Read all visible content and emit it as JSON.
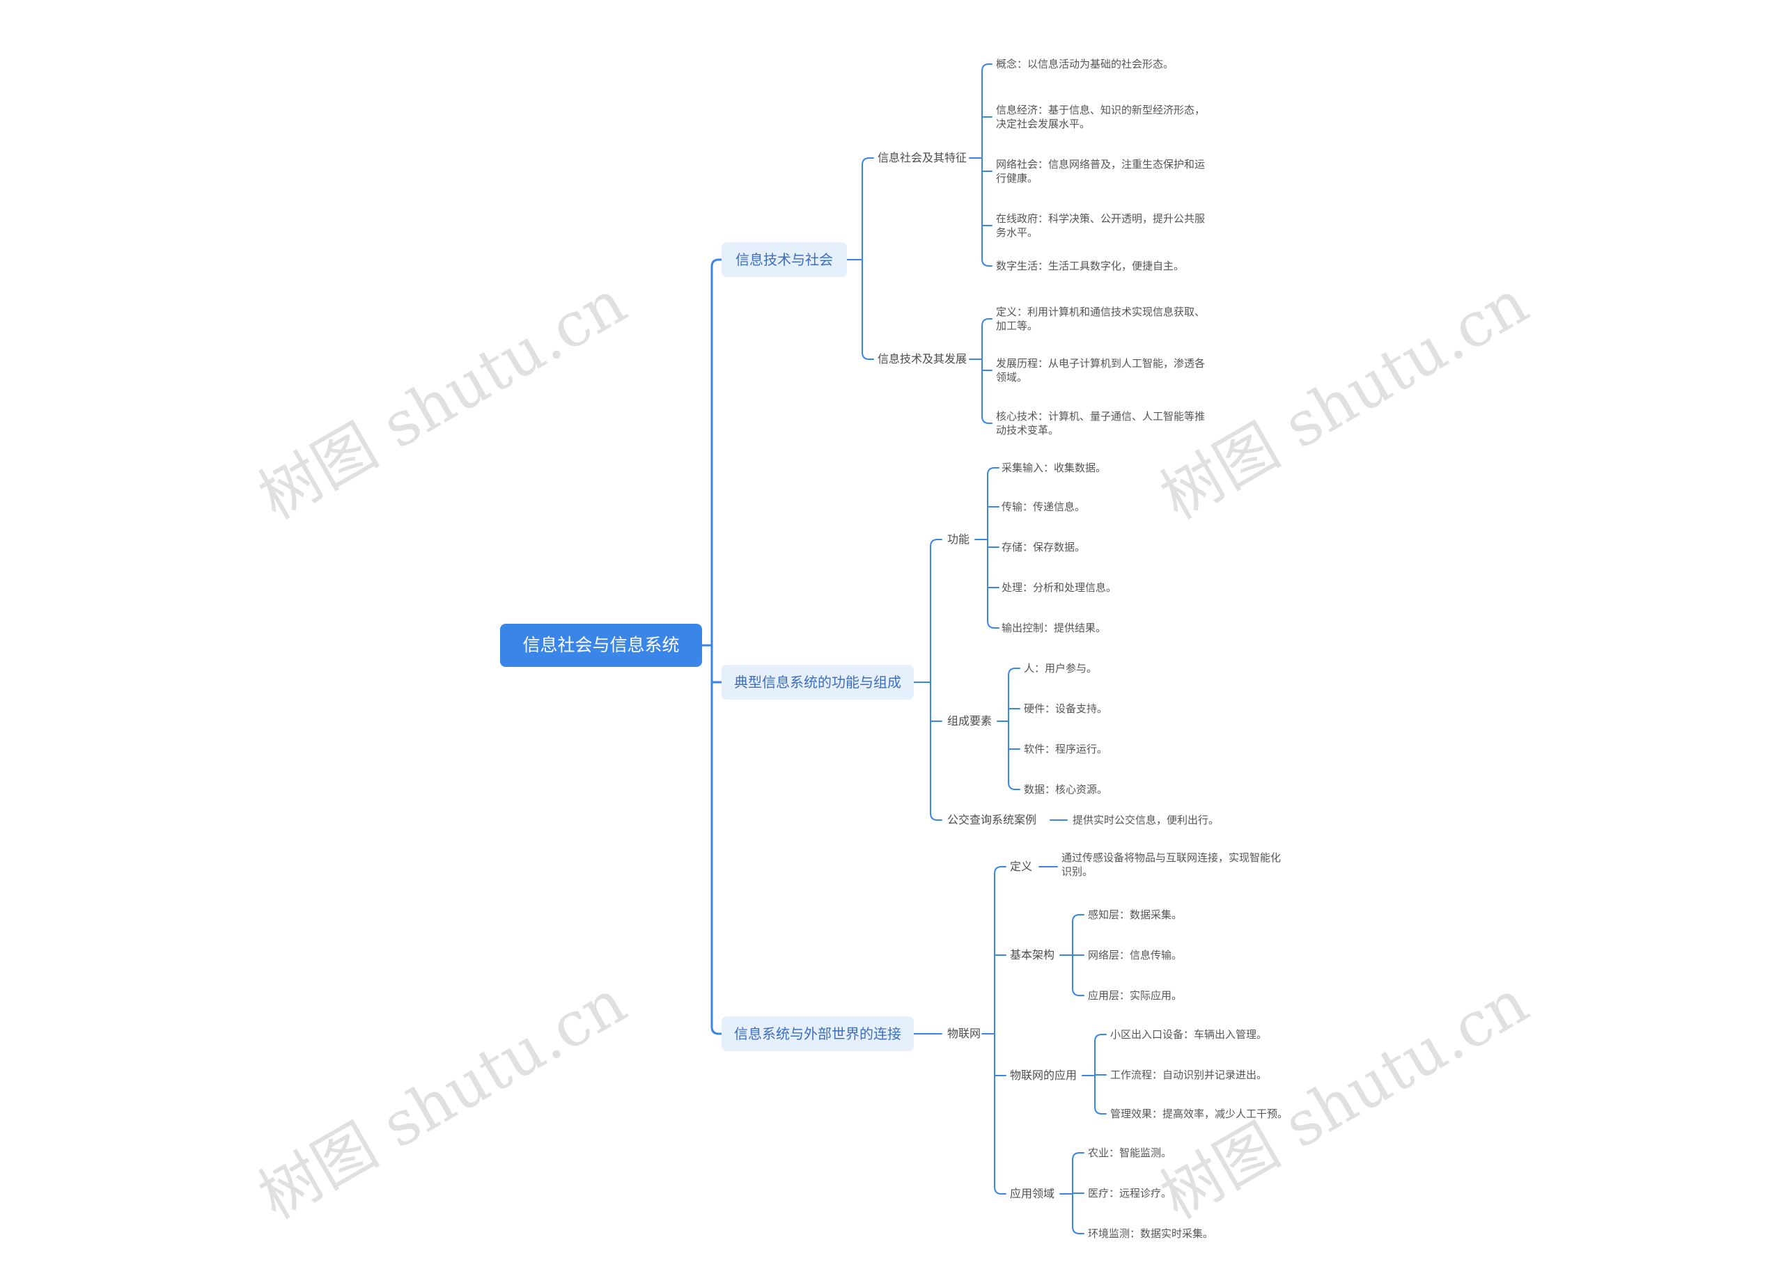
{
  "root": "信息社会与信息系统",
  "branches": [
    {
      "label": "信息技术与社会",
      "children": [
        {
          "label": "信息社会及其特征",
          "children": [
            [
              "概念：以信息活动为基础的社会形态。"
            ],
            [
              "信息经济：基于信息、知识的新型经济形态，",
              "决定社会发展水平。"
            ],
            [
              "网络社会：信息网络普及，注重生态保护和运",
              "行健康。"
            ],
            [
              "在线政府：科学决策、公开透明，提升公共服",
              "务水平。"
            ],
            [
              "数字生活：生活工具数字化，便捷自主。"
            ]
          ]
        },
        {
          "label": "信息技术及其发展",
          "children": [
            [
              "定义：利用计算机和通信技术实现信息获取、",
              "加工等。"
            ],
            [
              "发展历程：从电子计算机到人工智能，渗透各",
              "领域。"
            ],
            [
              "核心技术：计算机、量子通信、人工智能等推",
              "动技术变革。"
            ]
          ]
        }
      ]
    },
    {
      "label": "典型信息系统的功能与组成",
      "children": [
        {
          "label": "功能",
          "children": [
            [
              "采集输入：收集数据。"
            ],
            [
              "传输：传递信息。"
            ],
            [
              "存储：保存数据。"
            ],
            [
              "处理：分析和处理信息。"
            ],
            [
              "输出控制：提供结果。"
            ]
          ]
        },
        {
          "label": "组成要素",
          "children": [
            [
              "人：用户参与。"
            ],
            [
              "硬件：设备支持。"
            ],
            [
              "软件：程序运行。"
            ],
            [
              "数据：核心资源。"
            ]
          ]
        },
        {
          "label": "公交查询系统案例",
          "children": [
            [
              "提供实时公交信息，便利出行。"
            ]
          ]
        }
      ]
    },
    {
      "label": "信息系统与外部世界的连接",
      "children": [
        {
          "label": "物联网",
          "children": [
            {
              "label": "定义",
              "children": [
                [
                  "通过传感设备将物品与互联网连接，实现智能化",
                  "识别。"
                ]
              ]
            },
            {
              "label": "基本架构",
              "children": [
                [
                  "感知层：数据采集。"
                ],
                [
                  "网络层：信息传输。"
                ],
                [
                  "应用层：实际应用。"
                ]
              ]
            },
            {
              "label": "物联网的应用",
              "children": [
                [
                  "小区出入口设备：车辆出入管理。"
                ],
                [
                  "工作流程：自动识别并记录进出。"
                ],
                [
                  "管理效果：提高效率，减少人工干预。"
                ]
              ]
            },
            {
              "label": "应用领域",
              "children": [
                [
                  "农业：智能监测。"
                ],
                [
                  "医疗：远程诊疗。"
                ],
                [
                  "环境监测：数据实时采集。"
                ]
              ]
            }
          ]
        }
      ]
    }
  ],
  "watermark": "树图 shutu.cn",
  "colors": {
    "line": "#3a86e8",
    "root_bg": "#3a86e8",
    "branch_bg": "#e6effc",
    "branch_text": "#3d6fbf"
  }
}
